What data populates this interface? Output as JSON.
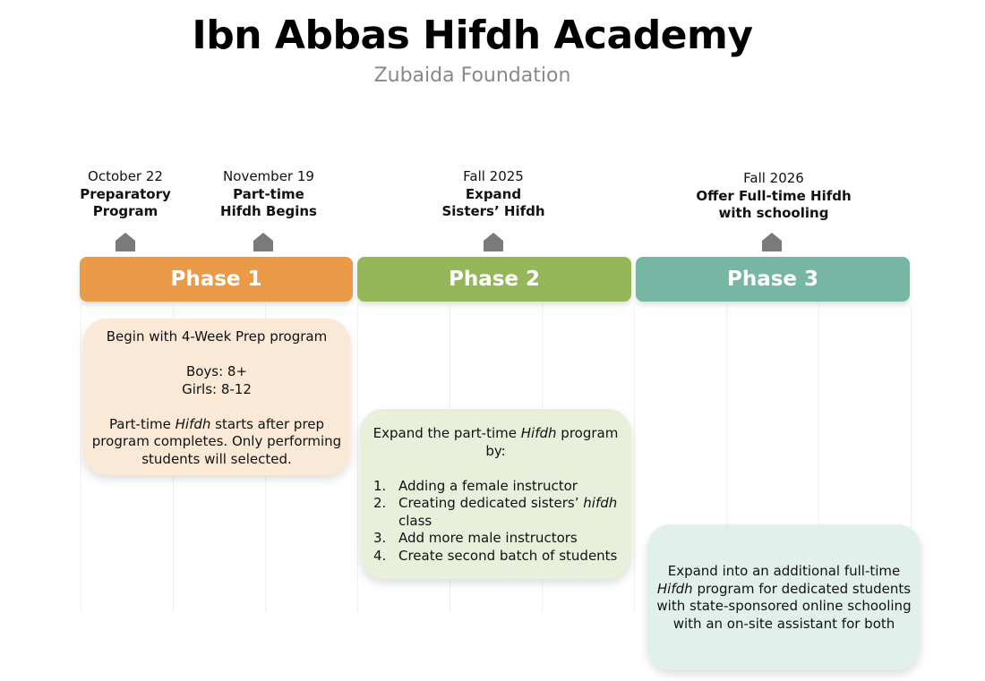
{
  "header": {
    "title": "Ibn Abbas Hifdh Academy",
    "subtitle": "Zubaida Foundation"
  },
  "milestones": [
    {
      "date": "October 22",
      "name_line1": "Preparatory",
      "name_line2": "Program"
    },
    {
      "date": "November 19",
      "name_line1": "Part-time",
      "name_line2": "Hifdh Begins"
    },
    {
      "date": "Fall 2025",
      "name_line1": "Expand",
      "name_line2": "Sisters’ Hifdh"
    },
    {
      "date": "Fall 2026",
      "name_line1": "Offer Full-time Hifdh",
      "name_line2": "with schooling"
    }
  ],
  "phases": [
    {
      "label": "Phase 1",
      "color": "#E99B47"
    },
    {
      "label": "Phase 2",
      "color": "#95B75A"
    },
    {
      "label": "Phase 3",
      "color": "#76B6A2"
    }
  ],
  "cards": {
    "phase1": {
      "line1": "Begin with 4-Week Prep program",
      "boys": "Boys: 8+",
      "girls": "Girls: 8-12",
      "para_pre": "Part-time ",
      "para_em": "Hifdh",
      "para_post_line1": " starts after prep",
      "para_line2": "program completes. Only performing",
      "para_line3": "students will selected.",
      "bg": "#FAE9D7"
    },
    "phase2": {
      "intro_pre": "Expand the part-time ",
      "intro_em": "Hifdh",
      "intro_post": " program",
      "intro_line2": "by:",
      "items": [
        {
          "num": "1.",
          "text": "Adding a female instructor"
        },
        {
          "num": "2.",
          "text_pre": "Creating dedicated sisters’ ",
          "text_em": "hifdh",
          "text_line2": "class"
        },
        {
          "num": "3.",
          "text": "Add more male instructors"
        },
        {
          "num": "4.",
          "text": "Create second batch of students"
        }
      ],
      "bg": "#E8F0DB"
    },
    "phase3": {
      "line1": "Expand into an additional full-time",
      "line2_em": "Hifdh",
      "line2_post": " program for dedicated students",
      "line3": "with state-sponsored online schooling",
      "line4": "with an on-site assistant for both",
      "bg": "#E2F0EB"
    }
  },
  "colors": {
    "marker": "#7A7A7A",
    "subtitle": "#888888"
  }
}
